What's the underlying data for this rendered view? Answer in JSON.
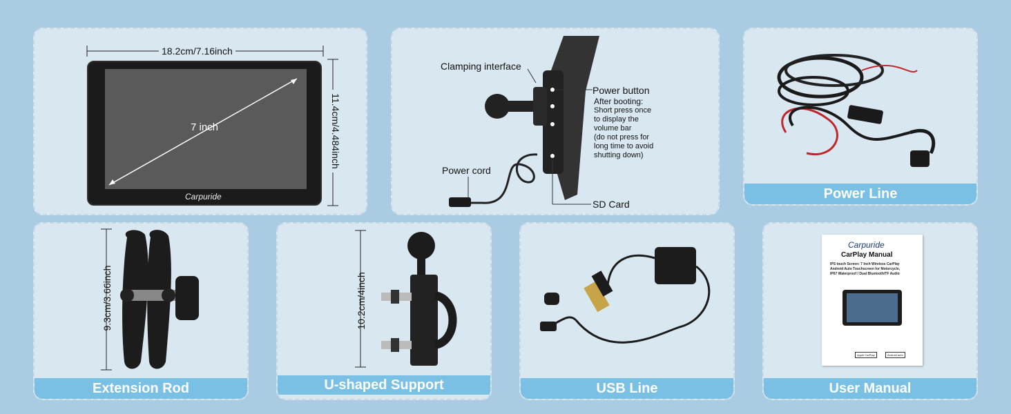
{
  "colors": {
    "background": "#a9cce3",
    "card": "#d9e7f1",
    "banner": "#79c0e4",
    "banner_text": "#ffffff"
  },
  "display": {
    "width_label": "18.2cm/7.16inch",
    "height_label": "11.4cm/4.484inch",
    "diagonal_label": "7 inch",
    "brand": "Carpuride"
  },
  "side_view": {
    "clamping_label": "Clamping interface",
    "power_button_title": "Power button",
    "power_button_desc": [
      "After booting:",
      "Short press once",
      "to display the",
      "volume bar",
      "(do not press for",
      "long time to avoid",
      "shutting down)"
    ],
    "power_cord_label": "Power cord",
    "sd_card_label": "SD Card"
  },
  "power_line": {
    "title": "Power Line"
  },
  "extension_rod": {
    "title": "Extension Rod",
    "size_label": "9.3cm/3.66inch"
  },
  "u_support": {
    "title": "U-shaped Support",
    "size_label": "10.2cm/4inch"
  },
  "usb_line": {
    "title": "USB Line"
  },
  "user_manual": {
    "title": "User Manual",
    "brand": "Carpuride",
    "manual_title": "CarPlay Manual",
    "desc": [
      "IPS touch Screen: 7 Inch Wireless CarPlay",
      "Android Auto Touchscreen for Motorcycle,",
      "IP67 Waterproof / Dual Bluetooth/TF Audio"
    ],
    "badge_apple": "Apple CarPlay",
    "badge_android": "Android auto"
  },
  "icons": [
    "arrow-icon",
    "dimension-line-icon"
  ]
}
